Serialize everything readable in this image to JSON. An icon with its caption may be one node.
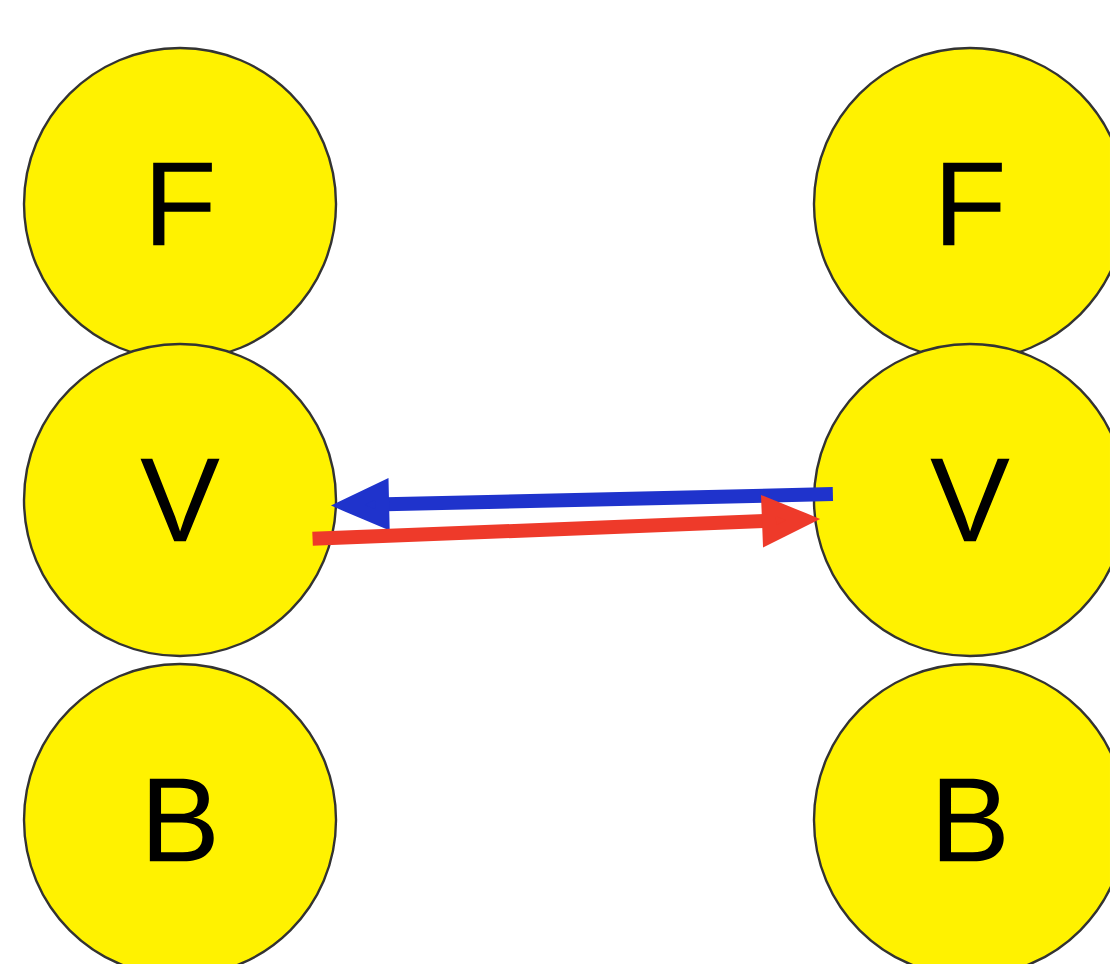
{
  "diagram": {
    "nodes": [
      {
        "text": [
          "F"
        ]
      },
      {
        "text": [
          "V"
        ]
      },
      {
        "text": [
          "B"
        ]
      },
      {
        "text": [
          "F"
        ]
      },
      {
        "text": [
          "V"
        ]
      },
      {
        "text": [
          "B"
        ]
      }
    ],
    "edges": [
      {
        "from": 4,
        "to": 1,
        "arrow": "to",
        "color": "#1f33cc"
      },
      {
        "from": 1,
        "to": 4,
        "arrow": "to",
        "color": "#ee3a2a"
      }
    ]
  }
}
